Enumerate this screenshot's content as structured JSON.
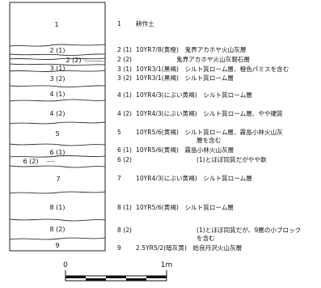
{
  "section_labels": [
    {
      "id": "1",
      "label": "1"
    },
    {
      "id": "2-1",
      "label": "2 (1)"
    },
    {
      "id": "2-2",
      "label": "2 (2)"
    },
    {
      "id": "3-1",
      "label": "3 (1)"
    },
    {
      "id": "3-2",
      "label": "3 (2)"
    },
    {
      "id": "4-1",
      "label": "4 (1)"
    },
    {
      "id": "4-2",
      "label": "4 (2)"
    },
    {
      "id": "5",
      "label": "5"
    },
    {
      "id": "6-1",
      "label": "6 (1)"
    },
    {
      "id": "6-2",
      "label": "6 (2)"
    },
    {
      "id": "7",
      "label": "7"
    },
    {
      "id": "8-1",
      "label": "8 (1)"
    },
    {
      "id": "8-2",
      "label": "8 (2)"
    },
    {
      "id": "9",
      "label": "9"
    }
  ],
  "legend": [
    {
      "id": "1",
      "num": "1",
      "lines": [
        "耕作土"
      ]
    },
    {
      "id": "2-1",
      "num": "2 (1)",
      "lines": [
        "10YR7/8(黄橙)　鬼界アカホヤ火山灰層"
      ]
    },
    {
      "id": "2-2",
      "num": "2 (2)",
      "lines": [
        "鬼界アカホヤ火山灰軽石層"
      ]
    },
    {
      "id": "3-1",
      "num": "3 (1)",
      "lines": [
        "10YR3/1(黒褐)　シルト質ローム層、橙色パミスを含む"
      ]
    },
    {
      "id": "3-2",
      "num": "3 (2)",
      "lines": [
        "10YR3/1(黒褐)　シルト質ローム層"
      ]
    },
    {
      "id": "4-1",
      "num": "4 (1)",
      "lines": [
        "10YR4/3(にぶい黄褐)　シルト質ローム層"
      ]
    },
    {
      "id": "4-2",
      "num": "4 (2)",
      "lines": [
        "10YR4/3(にぶい黄褐)　シルト質ローム層、やや硬質"
      ]
    },
    {
      "id": "5",
      "num": "5",
      "lines": [
        "10YR5/6(黄褐)　シルト質ローム層、霧島小林火山灰",
        "層を含む"
      ]
    },
    {
      "id": "6-1",
      "num": "6 (1)",
      "lines": [
        "10YR5/6(黄褐)　霧島小林火山灰層"
      ]
    },
    {
      "id": "6-2",
      "num": "6 (2)",
      "lines": [
        "(1)とほぼ同質だがやや軟"
      ]
    },
    {
      "id": "7",
      "num": "7",
      "lines": [
        "10YR4/3(にぶい黄褐)　シルト質ローム層"
      ]
    },
    {
      "id": "8-1",
      "num": "8 (1)",
      "lines": [
        "10YR5/6(黄褐)　シルト質ローム層"
      ]
    },
    {
      "id": "8-2",
      "num": "8 (2)",
      "lines": [
        "(1)とほぼ同質だが、9層の小ブロック",
        "を含む"
      ]
    },
    {
      "id": "9",
      "num": "9",
      "lines": [
        "2.5YR5/2(暗灰黄)　姶良丹沢火山灰層"
      ]
    }
  ],
  "scale": {
    "start": "0",
    "end": "1m"
  }
}
